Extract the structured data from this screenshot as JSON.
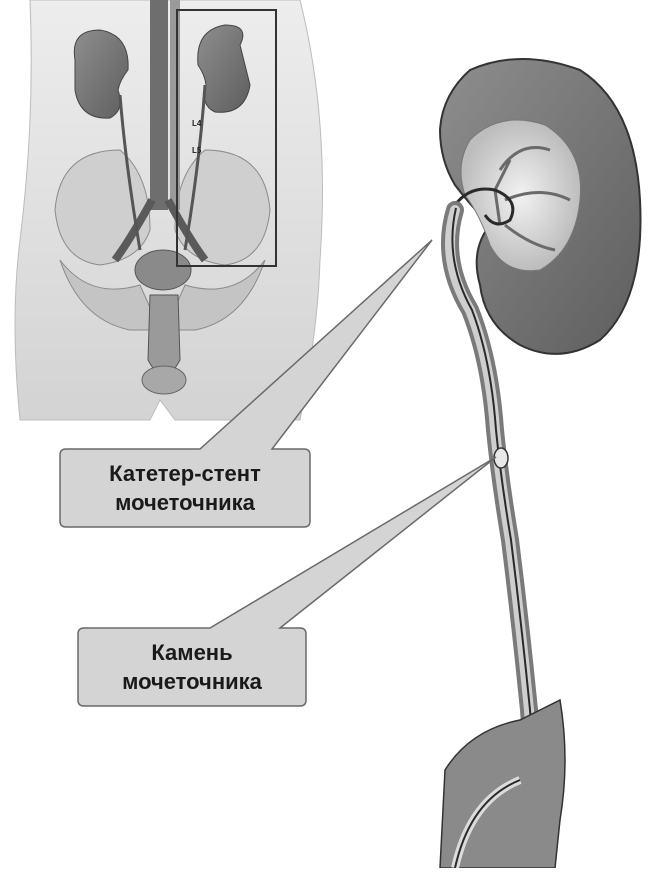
{
  "callouts": {
    "stent": {
      "line1": "Катетер-стент",
      "line2": "мочеточника"
    },
    "stone": {
      "line1": "Камень",
      "line2": "мочеточника"
    }
  },
  "vertebra_labels": {
    "l4": "L4",
    "l5": "L5"
  },
  "colors": {
    "callout_fill": "#d4d4d4",
    "callout_stroke": "#6a6a6a",
    "kidney_fill": "#7a7a7a",
    "body_fill": "#e2e2e2",
    "frame": "#3a3a3a"
  }
}
